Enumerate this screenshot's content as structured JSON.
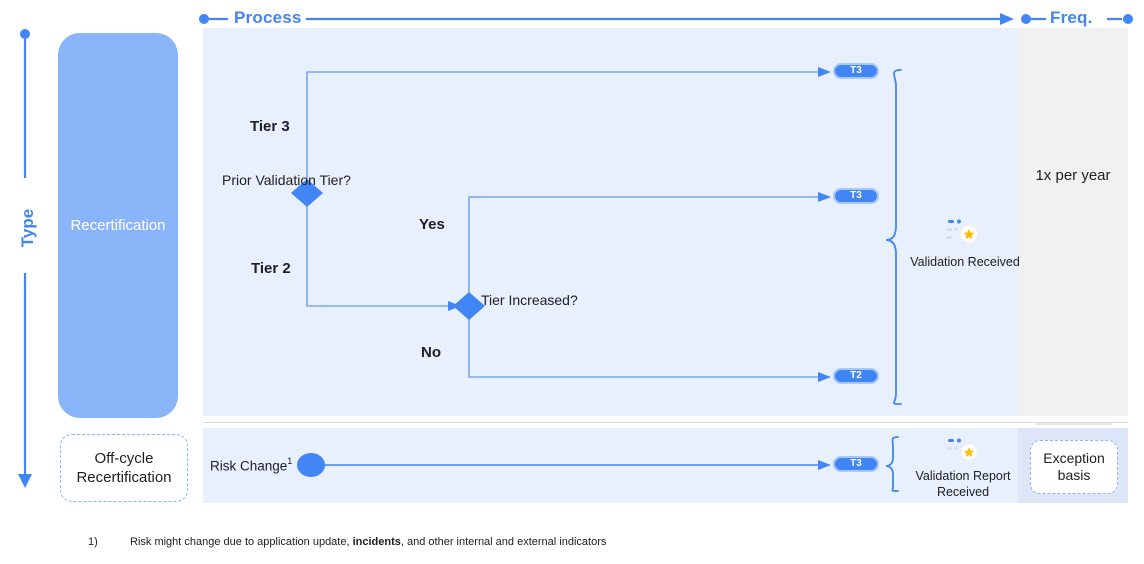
{
  "axes": {
    "process_label": "Process",
    "freq_label": "Freq.",
    "type_label": "Type"
  },
  "type_column": {
    "recertification_label": "Recertification",
    "offcycle_label": "Off-cycle Recertification"
  },
  "flow": {
    "decision_1": {
      "question": "Prior Validation Tier?",
      "branch_up_label": "Tier 3",
      "branch_down_label": "Tier 2"
    },
    "decision_2": {
      "question": "Tier Increased?",
      "branch_up_label": "Yes",
      "branch_down_label": "No"
    },
    "badges": {
      "tier3_from_prior_tier3": "T3",
      "tier3_from_yes": "T3",
      "tier2_from_no": "T2",
      "tier3_offcycle": "T3"
    },
    "outcome_main": "Validation Received",
    "offcycle_start_label": "Risk Change",
    "offcycle_start_superscript": "1",
    "outcome_offcycle": "Validation Report Received"
  },
  "frequency": {
    "recertification_value": "1x per year",
    "offcycle_value": "Exception basis"
  },
  "footnote": {
    "number": "1)",
    "text_before": "Risk might change due to application update, ",
    "text_bold": "incidents",
    "text_after": ", and other internal and external indicators"
  },
  "colors": {
    "accent_blue": "#4285f4",
    "light_blue": "#8ab4f8",
    "panel_blue": "#e8effd",
    "panel_gray": "#f1f1f1",
    "panel_blue_gray": "#dde6f8",
    "text_dark": "#202124",
    "star_yellow": "#fbbc04"
  },
  "icons": {
    "outcome_icon": "award-badge-star-icon",
    "axis_endpoint": "dot-icon",
    "arrow": "arrow-right-icon"
  }
}
